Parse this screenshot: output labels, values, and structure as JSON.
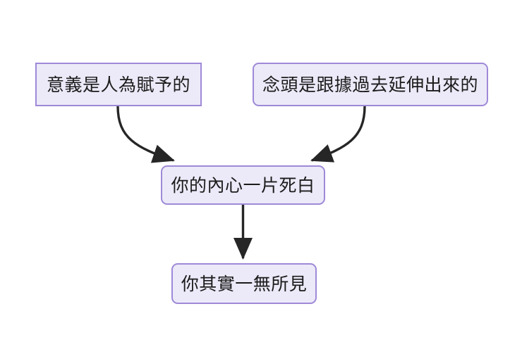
{
  "diagram": {
    "type": "flowchart",
    "direction": "top-down",
    "background_color": "#FFFFFF",
    "node_fill_color": "#ECEAF8",
    "node_border_color": "#9F89D8",
    "edge_color": "#262626",
    "text_color": "#1B1B1B",
    "nodes": [
      {
        "id": "meaning",
        "label": "意義是人為賦予的",
        "shape": "rectangle"
      },
      {
        "id": "thought",
        "label": "念頭是跟據過去延伸出來的",
        "shape": "rounded-rectangle"
      },
      {
        "id": "blank",
        "label": "你的內心一片死白",
        "shape": "rounded-rectangle"
      },
      {
        "id": "nothing",
        "label": "你其實一無所見",
        "shape": "rounded-rectangle"
      }
    ],
    "edges": [
      {
        "id": "meaning-to-blank",
        "from": "meaning",
        "to": "blank",
        "style": "curved",
        "arrowhead": "solid-triangle"
      },
      {
        "id": "thought-to-blank",
        "from": "thought",
        "to": "blank",
        "style": "curved",
        "arrowhead": "solid-triangle"
      },
      {
        "id": "blank-to-nothing",
        "from": "blank",
        "to": "nothing",
        "style": "straight",
        "arrowhead": "solid-triangle"
      }
    ]
  }
}
